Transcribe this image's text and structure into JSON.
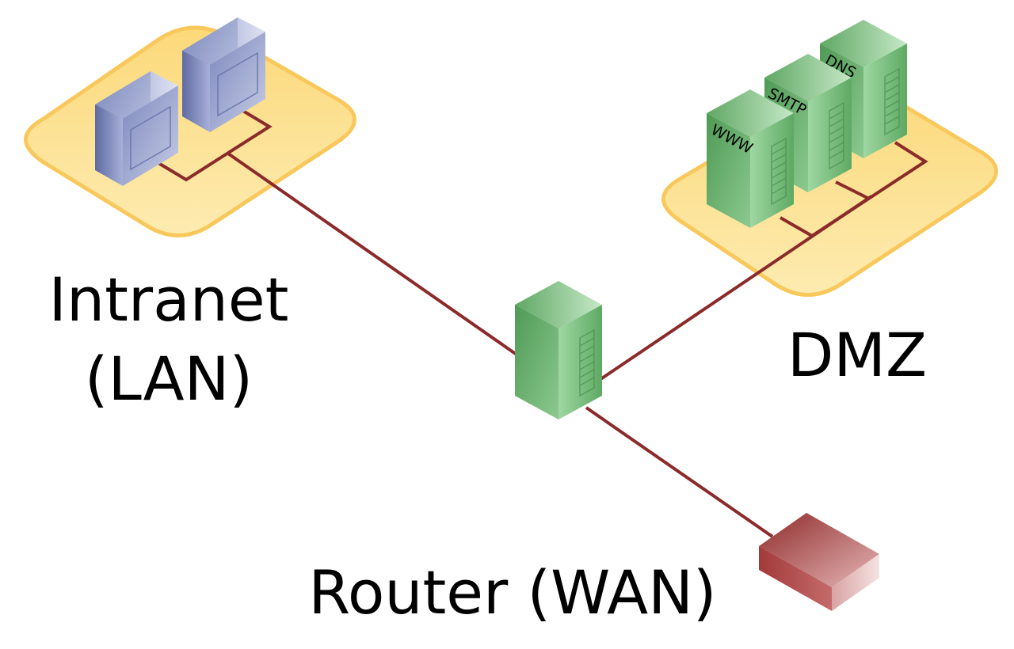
{
  "labels": {
    "intranet_line1": "Intranet",
    "intranet_line2": "(LAN)",
    "dmz": "DMZ",
    "router": "Router (WAN)"
  },
  "servers": {
    "www": "WWW",
    "smtp": "SMTP",
    "dns": "DNS"
  },
  "colors": {
    "zone_fill": "#fde08f",
    "zone_stroke": "#f9c85c",
    "link": "#8b2a2a",
    "server_green": "#6fbf73",
    "workstation_blue": "#8e9ac8",
    "router_red": "#a83a3a"
  }
}
